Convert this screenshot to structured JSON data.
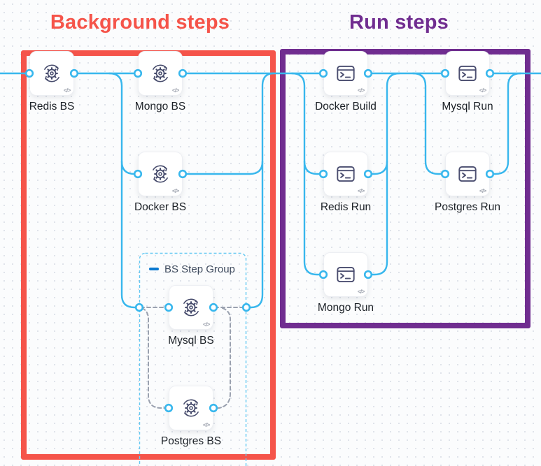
{
  "background_section": {
    "title": "Background steps",
    "accent_color": "#f5544a",
    "nodes": [
      {
        "id": "redis-bs",
        "label": "Redis BS",
        "icon": "background-sync-gear-icon"
      },
      {
        "id": "mongo-bs",
        "label": "Mongo BS",
        "icon": "background-sync-gear-icon"
      },
      {
        "id": "docker-bs",
        "label": "Docker BS",
        "icon": "background-sync-gear-icon"
      }
    ],
    "step_group": {
      "label": "BS Step Group",
      "collapse_icon": "minus-icon",
      "nodes": [
        {
          "id": "mysql-bs",
          "label": "Mysql BS",
          "icon": "background-sync-gear-icon"
        },
        {
          "id": "postgres-bs",
          "label": "Postgres BS",
          "icon": "background-sync-gear-icon"
        }
      ]
    }
  },
  "run_section": {
    "title": "Run steps",
    "accent_color": "#702d90",
    "nodes": [
      {
        "id": "docker-build",
        "label": "Docker Build",
        "icon": "terminal-icon"
      },
      {
        "id": "mysql-run",
        "label": "Mysql Run",
        "icon": "terminal-icon"
      },
      {
        "id": "redis-run",
        "label": "Redis Run",
        "icon": "terminal-icon"
      },
      {
        "id": "postgres-run",
        "label": "Postgres Run",
        "icon": "terminal-icon"
      },
      {
        "id": "mongo-run",
        "label": "Mongo Run",
        "icon": "terminal-icon"
      }
    ]
  },
  "node_badge": "</>",
  "colors": {
    "edge_blue": "#38b7ed",
    "edge_dashed_gray": "#9aa1af",
    "group_border_blue": "#64c8f2",
    "group_collapse_blue": "#0b79d0",
    "node_label": "#1c2127",
    "canvas_bg": "#fbfcfd"
  }
}
